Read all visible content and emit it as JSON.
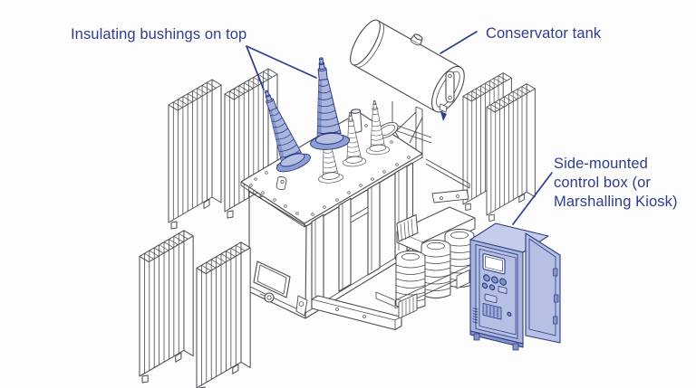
{
  "diagram": {
    "subject": "Oil-immersed power transformer — exploded parts view",
    "background_color": "#fdfdfd",
    "annotation_color": "#2e3d8d",
    "line_art_color": "#4a4b52",
    "highlight_fill": "#aab5de",
    "highlight_fill_light": "#c6cdeb",
    "highlight_fill_shade": "#8494c9",
    "highlight_outline": "#2d3b82",
    "labels": [
      {
        "id": "bushings-label",
        "text": "Insulating bushings on top",
        "points_to": "insulating-bushings"
      },
      {
        "id": "conservator-label",
        "text": "Conservator tank",
        "points_to": "conservator-tank"
      },
      {
        "id": "control-box-label",
        "text": "Side-mounted control box (or Marshalling Kiosk)",
        "points_to": "control-box"
      }
    ],
    "components": [
      {
        "name": "insulating-bushings",
        "highlighted": true
      },
      {
        "name": "conservator-tank",
        "highlighted": false
      },
      {
        "name": "main-tank",
        "highlighted": false
      },
      {
        "name": "radiator-banks",
        "highlighted": false
      },
      {
        "name": "core-and-windings",
        "highlighted": false
      },
      {
        "name": "control-box",
        "highlighted": true
      }
    ]
  }
}
